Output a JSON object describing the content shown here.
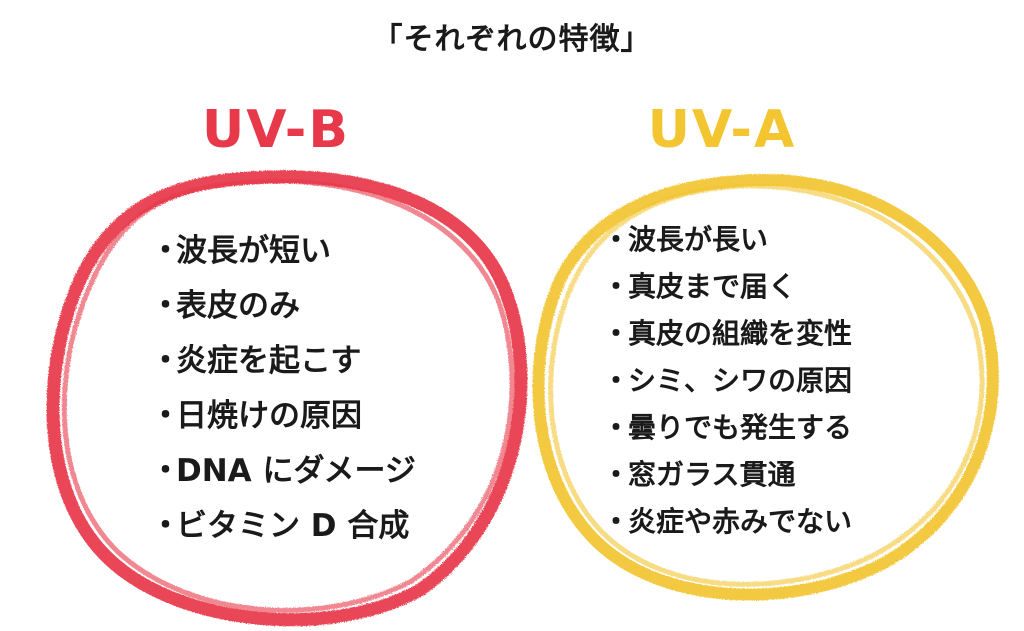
{
  "title": "「それぞれの特徴」",
  "colors": {
    "uvb": "#e8394a",
    "uva": "#f2c531",
    "text": "#1a1a1a",
    "background": "#ffffff"
  },
  "uvb": {
    "heading": "UV-B",
    "bullet": "・",
    "items": [
      "波長が短い",
      "表皮のみ",
      "炎症を起こす",
      "日焼けの原因",
      "DNA にダメージ",
      "ビタミン D 合成"
    ]
  },
  "uva": {
    "heading": "UV-A",
    "bullet": "・",
    "items": [
      "波長が長い",
      "真皮まで届く",
      "真皮の組織を変性",
      "シミ、シワの原因",
      "曇りでも発生する",
      "窓ガラス貫通",
      "炎症や赤みでない"
    ]
  }
}
